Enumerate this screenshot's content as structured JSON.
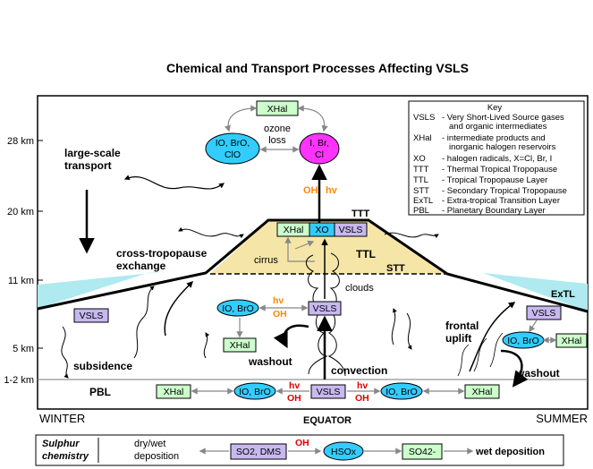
{
  "title": "Chemical and Transport Processes Affecting VSLS",
  "altitudes": [
    "28 km",
    "20 km",
    "11 km",
    "5 km",
    "1-2 km"
  ],
  "seasons": {
    "left": "WINTER",
    "center": "EQUATOR",
    "right": "SUMMER"
  },
  "labels": {
    "large_scale_transport": [
      "large-scale",
      "transport"
    ],
    "cross_tropopause_exchange": [
      "cross-tropopause",
      "exchange"
    ],
    "ozone_loss": [
      "ozone",
      "loss"
    ],
    "oh": "OH",
    "hv": "hv",
    "ttt": "TTT",
    "ttl": "TTL",
    "stt": "STT",
    "cirrus": "cirrus",
    "clouds": "clouds",
    "extl": "ExTL",
    "subsidence": "subsidence",
    "pbl": "PBL",
    "washout": "washout",
    "convection": "convection",
    "frontal_uplift": [
      "frontal",
      "uplift"
    ]
  },
  "boxes": {
    "xhal": "XHal",
    "xo": "XO",
    "vsls": "VSLS",
    "io_bro_clo": [
      "IO, BrO,",
      "ClO"
    ],
    "i_br_cl": [
      "I, Br,",
      "Cl"
    ],
    "io_bro": "IO, BrO"
  },
  "key": {
    "title": "Key",
    "entries": [
      {
        "abbr": "VSLS",
        "desc": [
          "- Very Short-Lived Source gases",
          "and organic intermediates"
        ]
      },
      {
        "abbr": "XHal",
        "desc": [
          "- intermediate products and",
          "inorganic halogen reservoirs"
        ]
      },
      {
        "abbr": "XO",
        "desc": [
          "- halogen radicals, X=Cl, Br, I"
        ]
      },
      {
        "abbr": "TTT",
        "desc": [
          "- Thermal Tropical Tropopause"
        ]
      },
      {
        "abbr": "TTL",
        "desc": [
          "- Tropical Tropopause Layer"
        ]
      },
      {
        "abbr": "STT",
        "desc": [
          "- Secondary Tropical Tropopause"
        ]
      },
      {
        "abbr": "ExTL",
        "desc": [
          "- Extra-tropical Transition Layer"
        ]
      },
      {
        "abbr": "PBL",
        "desc": [
          "- Planetary Boundary Layer"
        ]
      }
    ]
  },
  "sulphur": {
    "title": [
      "Sulphur",
      "chemistry"
    ],
    "dry_wet": [
      "dry/wet",
      "deposition"
    ],
    "so2_dms": "SO2, DMS",
    "oh": "OH",
    "hso": "HSOx",
    "so4": "SO42-",
    "wet_deposition": "wet deposition"
  },
  "colors": {
    "xhal_fill": "#ccffcc",
    "radical_fill": "#33ccff",
    "vsls_fill": "#c8b8f0",
    "source_fill": "#ff33ff",
    "ttl_fill": "#f5e6a8",
    "extl_fill": "#aeeaf0",
    "oh_orange": "#ff8800",
    "oh_red": "#dd0000"
  }
}
